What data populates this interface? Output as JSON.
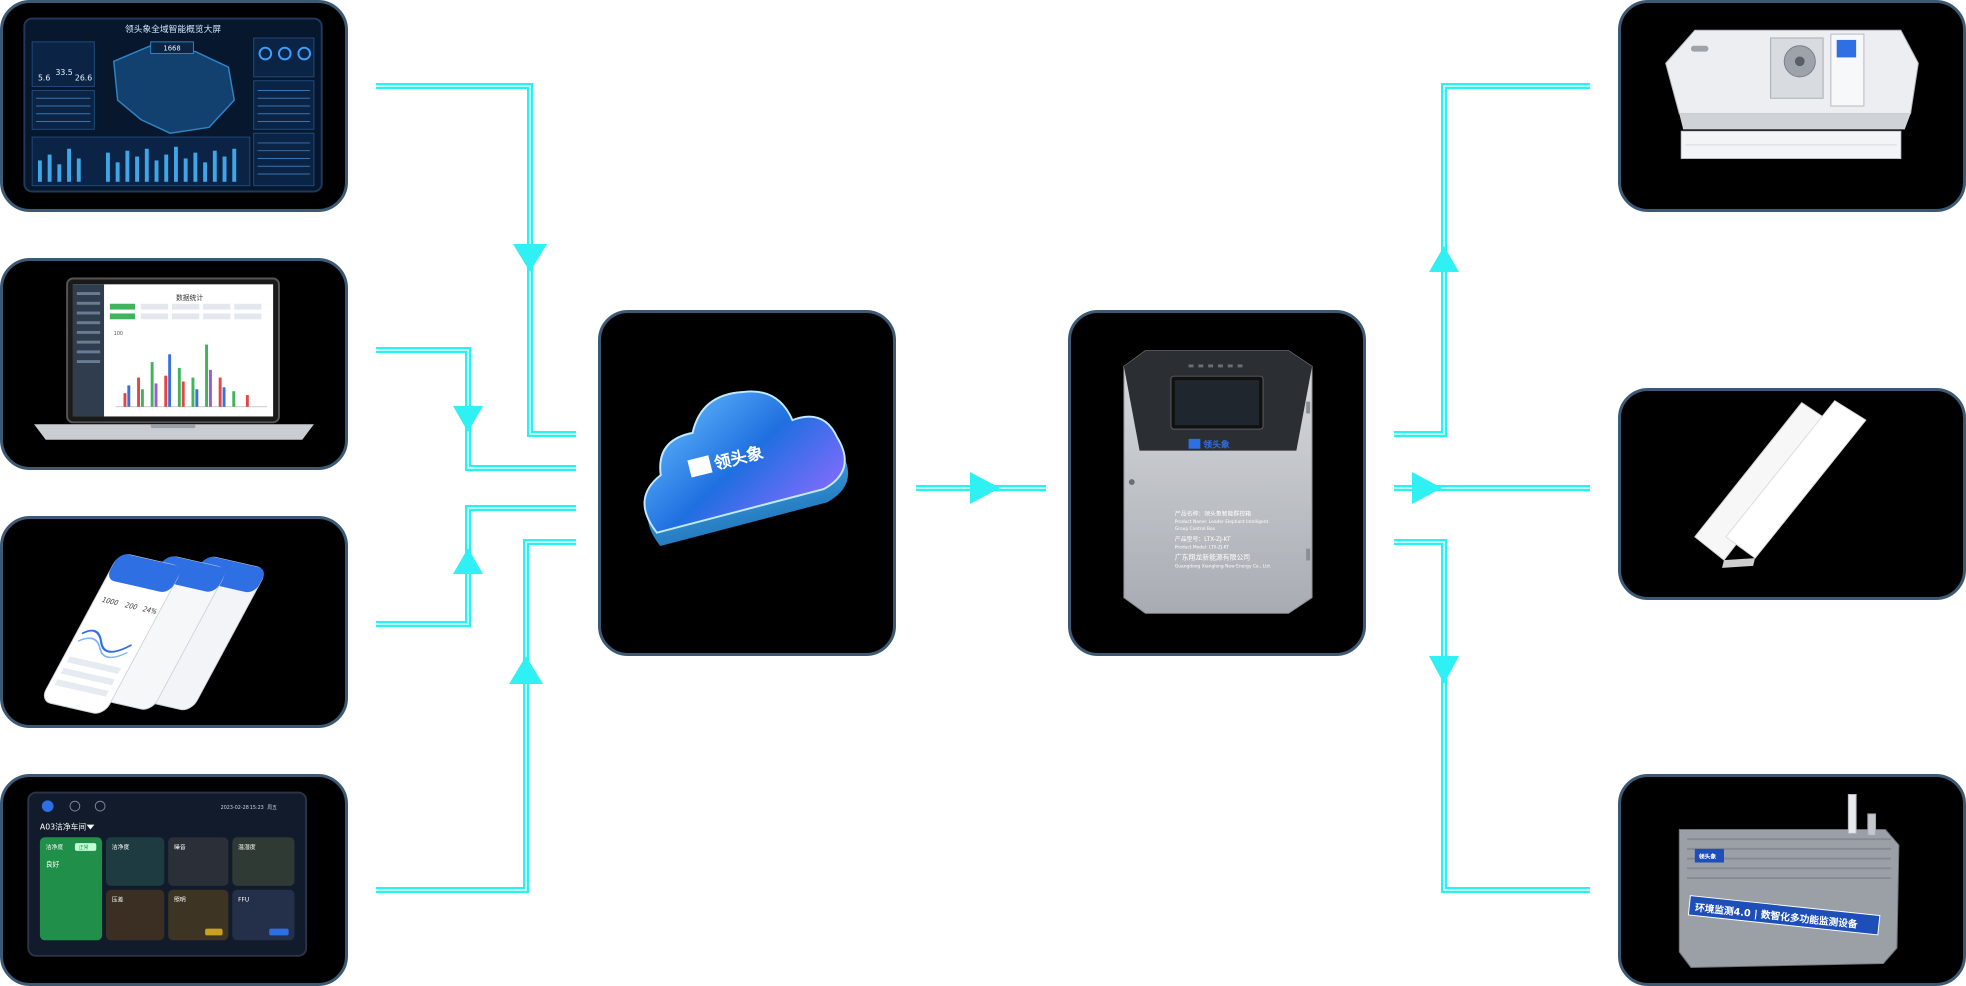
{
  "inputs": {
    "dashboard": {
      "title": "领头象全域智能概览大屏",
      "counter": "1668",
      "stat_a": "5.6",
      "stat_b": "33.5",
      "stat_c": "26.6"
    },
    "laptop": {
      "title": "数据统计",
      "unit": "100"
    },
    "phone": {
      "value_a": "1000",
      "value_b": "200",
      "value_c": "24%"
    },
    "tablet": {
      "room_title": "A03洁净车间",
      "datetime": "2023-02-28",
      "time": "15:23",
      "weekday": "周五",
      "tiles": [
        {
          "label": "洁净度",
          "badge": "正常",
          "value": "良好"
        },
        {
          "label": "洁净度",
          "value": ""
        },
        {
          "label": "噪音",
          "value": ""
        },
        {
          "label": "温湿度",
          "value": ""
        },
        {
          "label": "压差",
          "value": ""
        },
        {
          "label": "照明",
          "value": ""
        },
        {
          "label": "FFU",
          "value": ""
        }
      ]
    }
  },
  "cloud": {
    "brand": "领头象"
  },
  "controller": {
    "brand": "领头象",
    "label_lines": [
      "产品名称：领头象智能群控箱",
      "Product Name: Leader Elephant Intelligent",
      "Group Control Box",
      "产品型号：LTX-ZJ-KT",
      "Product Model: LTX-ZJ-KT",
      "广东翔龙新能源有限公司",
      "Guangdong Xianglong New Energy Co., Ltd."
    ]
  },
  "outputs": {
    "env_monitor": {
      "brand": "领头象",
      "banner": "环境监测4.0 | 数智化多功能监测设备"
    }
  },
  "colors": {
    "wire": "#27f2f2",
    "panel_border": "#3c5a74",
    "panel_bg": "#000000"
  }
}
